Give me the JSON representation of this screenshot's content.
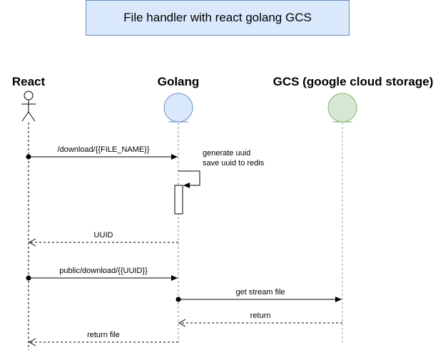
{
  "title": "File handler with react golang GCS",
  "participants": [
    {
      "name": "React",
      "kind": "actor"
    },
    {
      "name": "Golang",
      "kind": "entity",
      "fill": "#dae8fc",
      "stroke": "#6c8ebf"
    },
    {
      "name": "GCS (google cloud storage)",
      "kind": "entity",
      "fill": "#d5e8d4",
      "stroke": "#82b366"
    }
  ],
  "messages": [
    {
      "label": "/download/{{FILE_NAME}}",
      "from": "React",
      "to": "Golang",
      "style": "solid"
    },
    {
      "label": "UUID",
      "from": "Golang",
      "to": "React",
      "style": "dashed"
    },
    {
      "label": "public/download/{{UUID}}",
      "from": "React",
      "to": "Golang",
      "style": "solid"
    },
    {
      "label": "get stream file",
      "from": "Golang",
      "to": "GCS (google cloud storage)",
      "style": "solid"
    },
    {
      "label": "return",
      "from": "GCS (google cloud storage)",
      "to": "Golang",
      "style": "dashed"
    },
    {
      "label": "return file",
      "from": "Golang",
      "to": "React",
      "style": "dashed"
    }
  ],
  "self_call_note": [
    "generate uuid",
    "save uuid to redis"
  ]
}
